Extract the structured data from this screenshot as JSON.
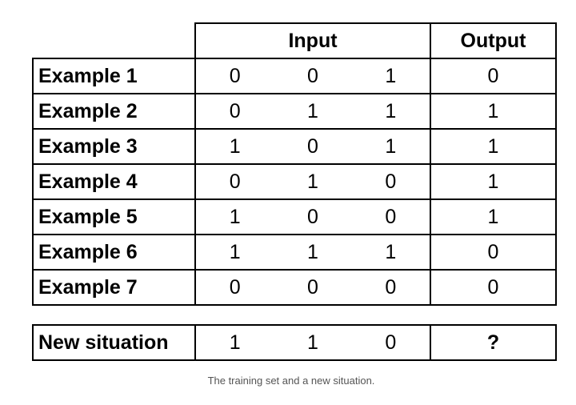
{
  "header": {
    "input": "Input",
    "output": "Output"
  },
  "examples": [
    {
      "label": "Example 1",
      "inputs": [
        "0",
        "0",
        "1"
      ],
      "output": "0"
    },
    {
      "label": "Example 2",
      "inputs": [
        "0",
        "1",
        "1"
      ],
      "output": "1"
    },
    {
      "label": "Example 3",
      "inputs": [
        "1",
        "0",
        "1"
      ],
      "output": "1"
    },
    {
      "label": "Example 4",
      "inputs": [
        "0",
        "1",
        "0"
      ],
      "output": "1"
    },
    {
      "label": "Example 5",
      "inputs": [
        "1",
        "0",
        "0"
      ],
      "output": "1"
    },
    {
      "label": "Example 6",
      "inputs": [
        "1",
        "1",
        "1"
      ],
      "output": "0"
    },
    {
      "label": "Example 7",
      "inputs": [
        "0",
        "0",
        "0"
      ],
      "output": "0"
    }
  ],
  "new_situation": {
    "label": "New situation",
    "inputs": [
      "1",
      "1",
      "0"
    ],
    "output": "?"
  },
  "caption": "The training set and a new situation."
}
